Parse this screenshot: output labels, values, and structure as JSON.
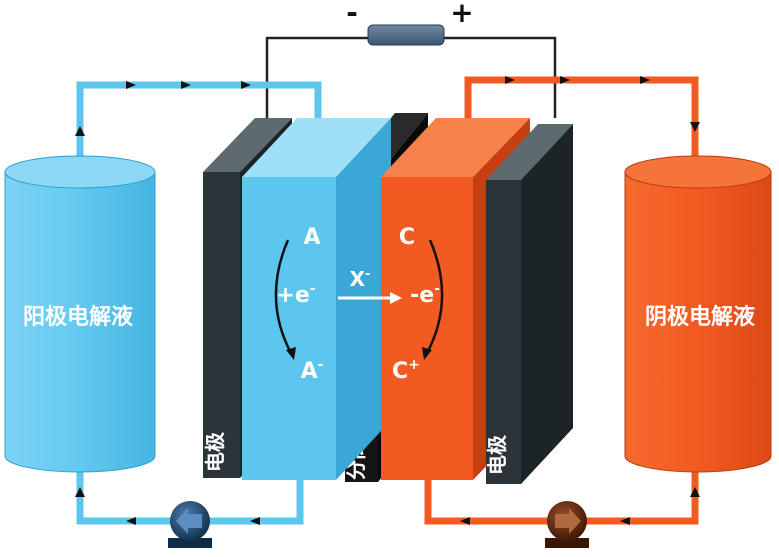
{
  "labels": {
    "minus": "-",
    "plus": "+",
    "left_tank": "阳极电解液",
    "right_tank": "阴极电解液",
    "left_electrode": "电极",
    "right_electrode": "电极",
    "separator": "分离器",
    "anode_species": "A",
    "anode_reduced": "A",
    "anode_reduced_sup": "-",
    "anode_electron": "+e",
    "anode_electron_sup": "-",
    "cathode_species": "C",
    "cathode_oxidized": "C",
    "cathode_oxidized_sup": "+",
    "cathode_electron": "-e",
    "cathode_electron_sup": "-",
    "ion": "X",
    "ion_sup": "-"
  },
  "colors": {
    "anolyte": "#5cc6ee",
    "anolyte_light": "#8ad8f6",
    "catholyte": "#f25a22",
    "catholyte_dark": "#d94716",
    "electrode": "#2b3438",
    "separator": "#151515",
    "pump_left": "#1f4d7a",
    "pump_right": "#6a2a10",
    "wire": "#222222",
    "resistor": "#4f6b83"
  },
  "icons": {
    "left_pump": "pump-icon",
    "right_pump": "pump-icon",
    "resistor": "resistor-icon"
  }
}
